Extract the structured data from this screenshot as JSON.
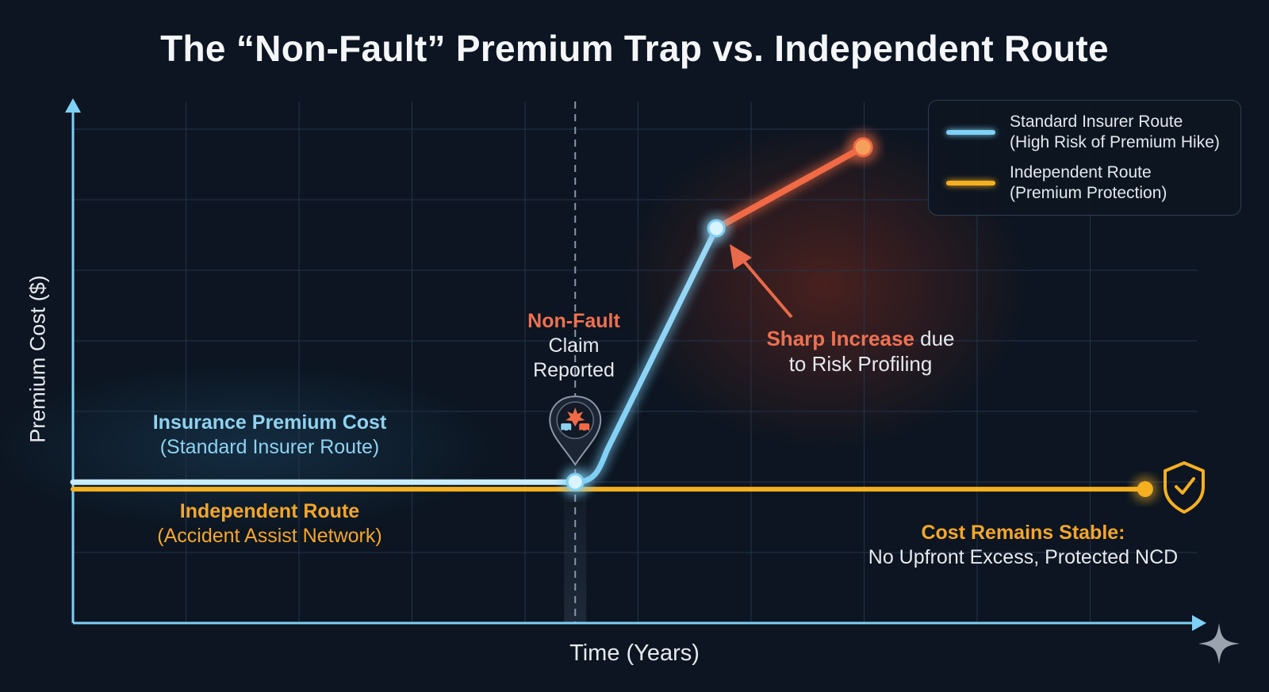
{
  "title": "The “Non-Fault” Premium Trap vs. Independent Route",
  "colors": {
    "background": "#0c1521",
    "standard_route": "#7fd0f5",
    "standard_route_after_hike": "#f06a45",
    "independent_route": "#f5b020",
    "grid": "#25334a",
    "axis": "#7fd0f5"
  },
  "chart_data": {
    "type": "line",
    "title": "The “Non-Fault” Premium Trap vs. Independent Route",
    "xlabel": "Time (Years)",
    "ylabel": "Premium Cost ($)",
    "tick_labels_shown": false,
    "grid": true,
    "legend_position": "top-right",
    "xlim": [
      0,
      10
    ],
    "ylim": [
      0,
      7.4
    ],
    "series": [
      {
        "name": "Standard Insurer Route (High Risk of Premium Hike)",
        "color": "#7fd0f5",
        "hike_color": "#f06a45",
        "points": [
          [
            0,
            2.0
          ],
          [
            4.45,
            2.0
          ],
          [
            5.7,
            5.6
          ],
          [
            7.0,
            6.75
          ]
        ]
      },
      {
        "name": "Independent Route (Premium Protection)",
        "color": "#f5b020",
        "points": [
          [
            0,
            1.9
          ],
          [
            4.45,
            1.9
          ],
          [
            9.5,
            1.9
          ]
        ]
      }
    ],
    "event_marker": {
      "x": 4.45,
      "label": [
        "Non-Fault",
        "Claim",
        "Reported"
      ],
      "icon": "car-collision-icon"
    }
  },
  "legend": {
    "items": [
      {
        "line1": "Standard Insurer Route",
        "line2": "(High Risk of Premium Hike)",
        "color": "#7fd0f5"
      },
      {
        "line1": "Independent Route",
        "line2": "(Premium Protection)",
        "color": "#f5b020"
      }
    ]
  },
  "annotations": {
    "non_fault": {
      "line1": "Non-Fault",
      "line2": "Claim",
      "line3": "Reported"
    },
    "sharp_increase": {
      "highlight": "Sharp Increase",
      "rest1": " due",
      "line2": "to Risk Profiling"
    },
    "insurance_premium": {
      "line1": "Insurance Premium Cost",
      "line2": "(Standard Insurer Route)"
    },
    "independent_route": {
      "line1": "Independent Route",
      "line2": "(Accident Assist Network)"
    },
    "cost_stable": {
      "line1": "Cost Remains Stable:",
      "line2": "No Upfront Excess, Protected NCD"
    }
  },
  "icons": {
    "event_pin": "car-collision-icon",
    "stable_badge": "shield-check-icon",
    "corner": "sparkle-icon"
  }
}
